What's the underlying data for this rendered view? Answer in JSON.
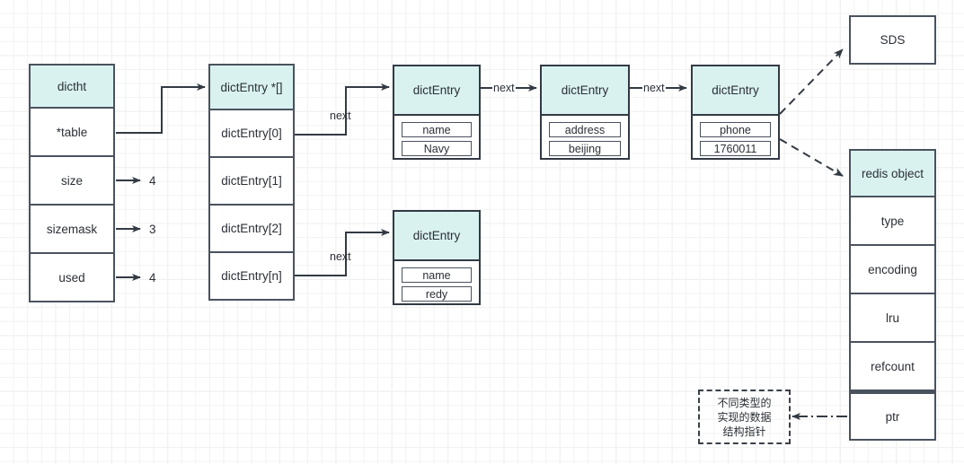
{
  "diagram": {
    "title": "Redis dictht / dictEntry / redisObject structure",
    "accent_fill": "#d9f2f0",
    "stroke": "#4a525e",
    "background": "#ffffff"
  },
  "dictht": {
    "header": "dictht",
    "rows": [
      {
        "label": "*table",
        "value": ""
      },
      {
        "label": "size",
        "value": "4"
      },
      {
        "label": "sizemask",
        "value": "3"
      },
      {
        "label": "used",
        "value": "4"
      }
    ]
  },
  "bucket_array": {
    "header": "dictEntry *[]",
    "slots": [
      {
        "label": "dictEntry[0]"
      },
      {
        "label": "dictEntry[1]"
      },
      {
        "label": "dictEntry[2]"
      },
      {
        "label": "dictEntry[n]"
      }
    ]
  },
  "entries": [
    {
      "header": "dictEntry",
      "key": "name",
      "value": "Navy"
    },
    {
      "header": "dictEntry",
      "key": "address",
      "value": "beijing"
    },
    {
      "header": "dictEntry",
      "key": "phone",
      "value": "1760011"
    },
    {
      "header": "dictEntry",
      "key": "name",
      "value": "redy"
    }
  ],
  "sds": {
    "label": "SDS"
  },
  "redis_object": {
    "header": "redis object",
    "fields": [
      "type",
      "encoding",
      "lru",
      "refcount",
      "ptr"
    ]
  },
  "note": {
    "line1": "不同类型的",
    "line2": "实现的数据",
    "line3": "结构指针"
  },
  "edge_labels": {
    "next0": "next",
    "next_n": "next",
    "next1": "next",
    "next2": "next"
  }
}
